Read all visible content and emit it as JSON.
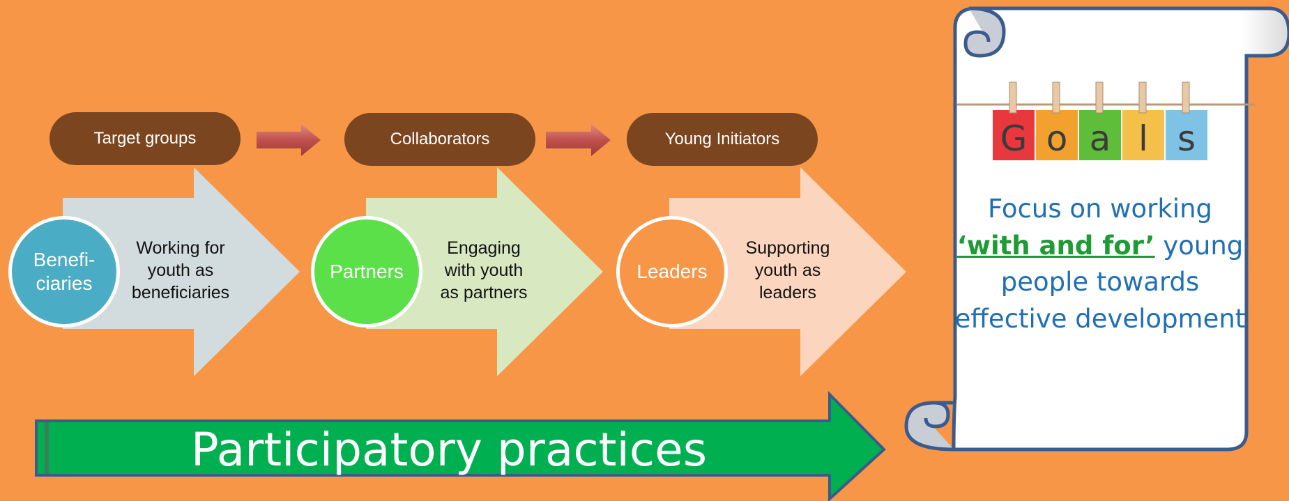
{
  "colors": {
    "background": "#F79646",
    "pill": "#7B4520",
    "connector_arrow": "#C0504D",
    "progress_arrow": "#00B050",
    "goal_text": "#1F6FB6",
    "goal_emphasis": "#1E9B34"
  },
  "stages": [
    {
      "pill_label": "Target groups",
      "circle_label": "Benefi-\nciaries",
      "circle_color": "#4BACC6",
      "arrow_color": "#D2DCDE",
      "description": "Working for\nyouth as\nbeneficiaries"
    },
    {
      "pill_label": "Collaborators",
      "circle_label": "Partners",
      "circle_color": "#5CE04A",
      "arrow_color": "#D8E9C2",
      "description": "Engaging\nwith youth\nas partners"
    },
    {
      "pill_label": "Young Initiators",
      "circle_label": "Leaders",
      "circle_color": "#F79646",
      "arrow_color": "#FBD5BD",
      "description": "Supporting\nyouth as\nleaders"
    }
  ],
  "progress_label": "Participatory practices",
  "goals": {
    "sign_letters": [
      "G",
      "o",
      "a",
      "l",
      "s"
    ],
    "sign_colors": [
      "#E8383D",
      "#F2A12E",
      "#5EBE3A",
      "#F5C04A",
      "#7EC3E6"
    ],
    "text_before": "Focus on working",
    "emphasis": "‘with and for’",
    "text_after": "young people towards effective development"
  }
}
